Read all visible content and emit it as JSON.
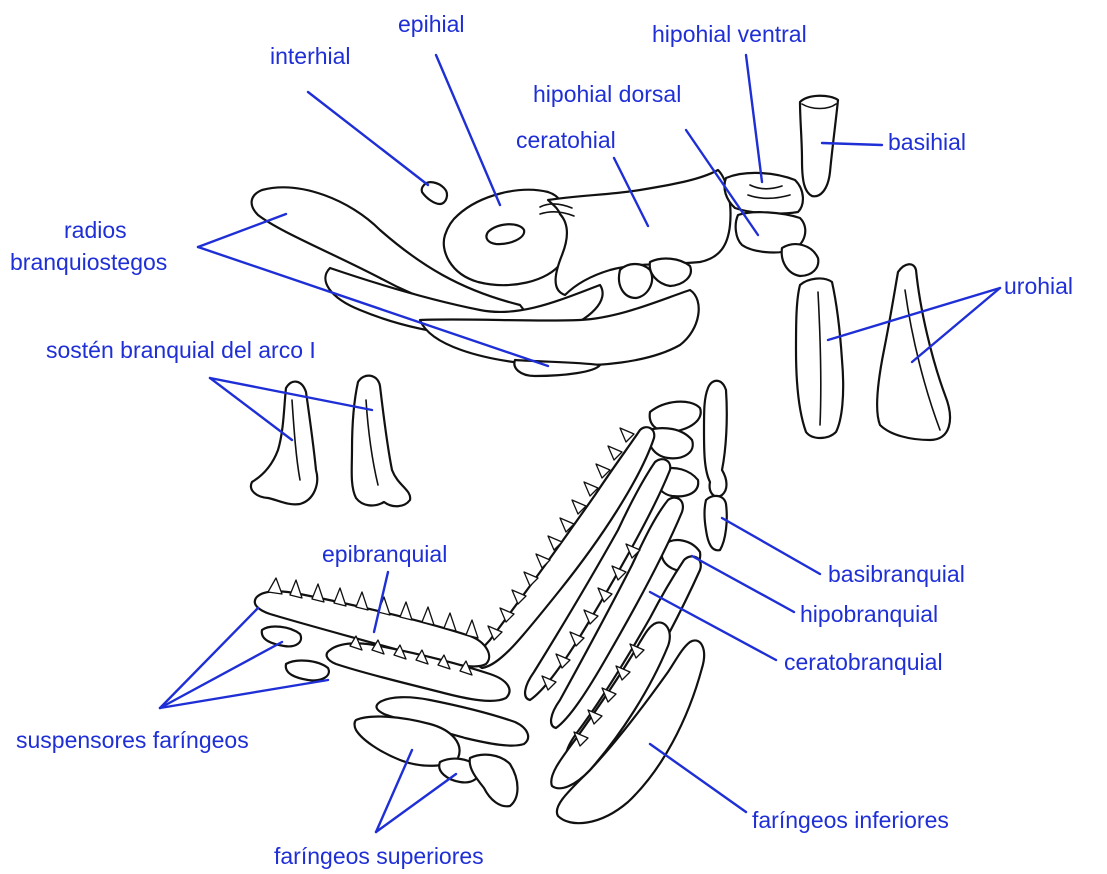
{
  "colors": {
    "label": "#1f2fd6",
    "outline": "#111111",
    "background": "#ffffff"
  },
  "labels": {
    "epihial": "epihial",
    "interhial": "interhial",
    "hipohial_ventral": "hipohial ventral",
    "hipohial_dorsal": "hipohial  dorsal",
    "ceratohial": "ceratohial",
    "basihial": "basihial",
    "radios_line1": "radios",
    "radios_line2": "branquiostegos",
    "urohial": "urohial",
    "sosten": "sostén branquial del arco I",
    "epibranquial": "epibranquial",
    "basibranquial": "basibranquial",
    "hipobranquial": "hipobranquial",
    "ceratobranquial": "ceratobranquial",
    "suspensores": "suspensores faríngeos",
    "faringeos_inferiores": "faríngeos inferiores",
    "faringeos_superiores": "faríngeos superiores"
  }
}
